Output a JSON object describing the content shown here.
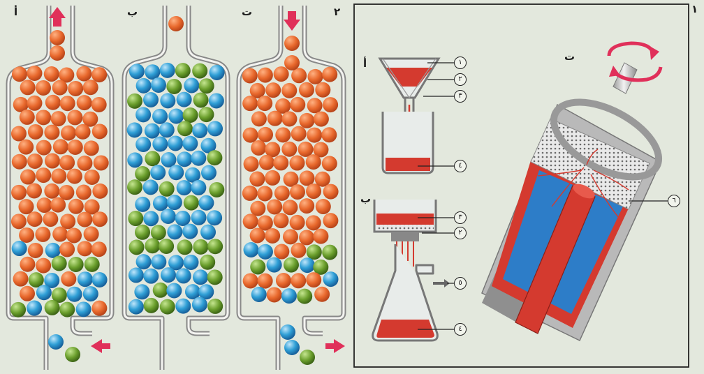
{
  "figure_number": "١",
  "part_two_label": "٢",
  "columns": [
    {
      "label": "أ",
      "flow_in": "bottom",
      "flow_out": "top"
    },
    {
      "label": "ب"
    },
    {
      "label": "ت",
      "flow_in": "top",
      "flow_out": "bottom"
    }
  ],
  "panel": {
    "label_a": "أ",
    "label_b": "ب",
    "label_t": "ت",
    "callouts": [
      "١",
      "٢",
      "٣",
      "٤",
      "٣",
      "٢",
      "٥",
      "٤",
      "٦"
    ]
  },
  "colors": {
    "bead_orange": "#e8682c",
    "bead_blue": "#2f9fd6",
    "bead_green": "#6a9e2c",
    "arrow_pink": "#e0305a",
    "liquid_red": "#d43a2f",
    "blue_fill": "#2d7dc8",
    "background": "#e3e8dd"
  }
}
